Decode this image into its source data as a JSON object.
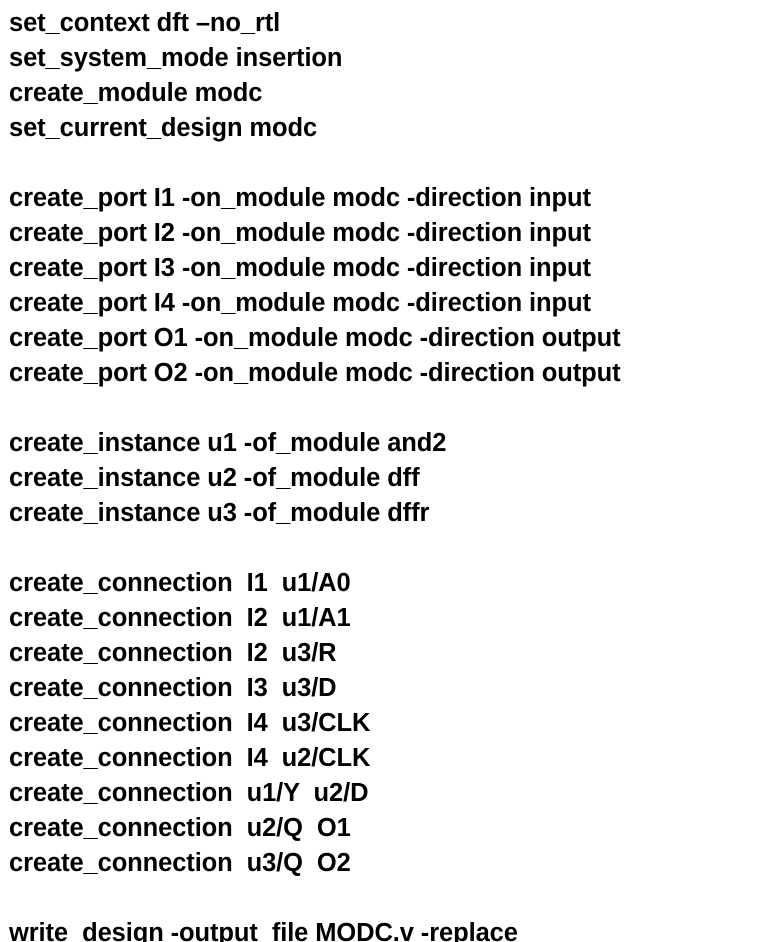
{
  "document": {
    "kind": "tcl-script-listing",
    "background_color": "#ffffff",
    "text_color": "#000000",
    "lines": [
      {
        "id": "line-1",
        "text": "set_context dft –no_rtl",
        "blank": false
      },
      {
        "id": "line-2",
        "text": "set_system_mode insertion",
        "blank": false
      },
      {
        "id": "line-3",
        "text": "create_module modc",
        "blank": false
      },
      {
        "id": "line-4",
        "text": "set_current_design modc",
        "blank": false
      },
      {
        "id": "line-5",
        "text": "",
        "blank": true
      },
      {
        "id": "line-6",
        "text": "create_port I1 -on_module modc -direction input",
        "blank": false
      },
      {
        "id": "line-7",
        "text": "create_port I2 -on_module modc -direction input",
        "blank": false
      },
      {
        "id": "line-8",
        "text": "create_port I3 -on_module modc -direction input",
        "blank": false
      },
      {
        "id": "line-9",
        "text": "create_port I4 -on_module modc -direction input",
        "blank": false
      },
      {
        "id": "line-10",
        "text": "create_port O1 -on_module modc -direction output",
        "blank": false
      },
      {
        "id": "line-11",
        "text": "create_port O2 -on_module modc -direction output",
        "blank": false
      },
      {
        "id": "line-12",
        "text": "",
        "blank": true
      },
      {
        "id": "line-13",
        "text": "create_instance u1 -of_module and2",
        "blank": false
      },
      {
        "id": "line-14",
        "text": "create_instance u2 -of_module dff",
        "blank": false
      },
      {
        "id": "line-15",
        "text": "create_instance u3 -of_module dffr",
        "blank": false
      },
      {
        "id": "line-16",
        "text": "",
        "blank": true
      },
      {
        "id": "line-17",
        "text": "create_connection  I1  u1/A0",
        "blank": false
      },
      {
        "id": "line-18",
        "text": "create_connection  I2  u1/A1",
        "blank": false
      },
      {
        "id": "line-19",
        "text": "create_connection  I2  u3/R",
        "blank": false
      },
      {
        "id": "line-20",
        "text": "create_connection  I3  u3/D",
        "blank": false
      },
      {
        "id": "line-21",
        "text": "create_connection  I4  u3/CLK",
        "blank": false
      },
      {
        "id": "line-22",
        "text": "create_connection  I4  u2/CLK",
        "blank": false
      },
      {
        "id": "line-23",
        "text": "create_connection  u1/Y  u2/D",
        "blank": false
      },
      {
        "id": "line-24",
        "text": "create_connection  u2/Q  O1",
        "blank": false
      },
      {
        "id": "line-25",
        "text": "create_connection  u3/Q  O2",
        "blank": false
      },
      {
        "id": "line-26",
        "text": "",
        "blank": true
      },
      {
        "id": "line-27",
        "text": "write_design -output_file MODC.v -replace",
        "blank": false
      }
    ]
  }
}
